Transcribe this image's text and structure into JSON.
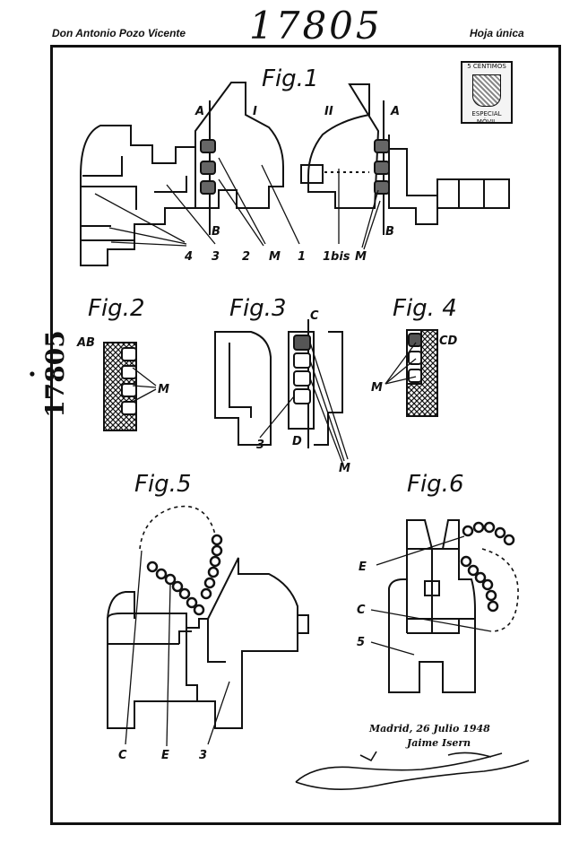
{
  "header": {
    "author": "Don Antonio Pozo Vicente",
    "sheet": "Hoja única",
    "number": "17805",
    "side_number": ". 17805"
  },
  "figures": [
    "Fig.1",
    "Fig.2",
    "Fig.3",
    "Fig. 4",
    "Fig.5",
    "Fig.6"
  ],
  "labels": {
    "fig1": [
      "A",
      "I",
      "II",
      "A",
      "B",
      "B",
      "4",
      "3",
      "2",
      "M",
      "1",
      "1bis",
      "M"
    ],
    "fig2": [
      "AB",
      "M"
    ],
    "fig3": [
      "C",
      "D",
      "3",
      "M"
    ],
    "fig4": [
      "CD",
      "M"
    ],
    "fig5": [
      "C",
      "E",
      "3"
    ],
    "fig6": [
      "E",
      "C",
      "5"
    ]
  },
  "stamp": {
    "top": "5 CÉNTIMOS",
    "bottom": "ESPECIAL MÓVIL"
  },
  "signature": {
    "place_date": "Madrid, 26 Julio 1948",
    "name": "Jaime Isern"
  }
}
